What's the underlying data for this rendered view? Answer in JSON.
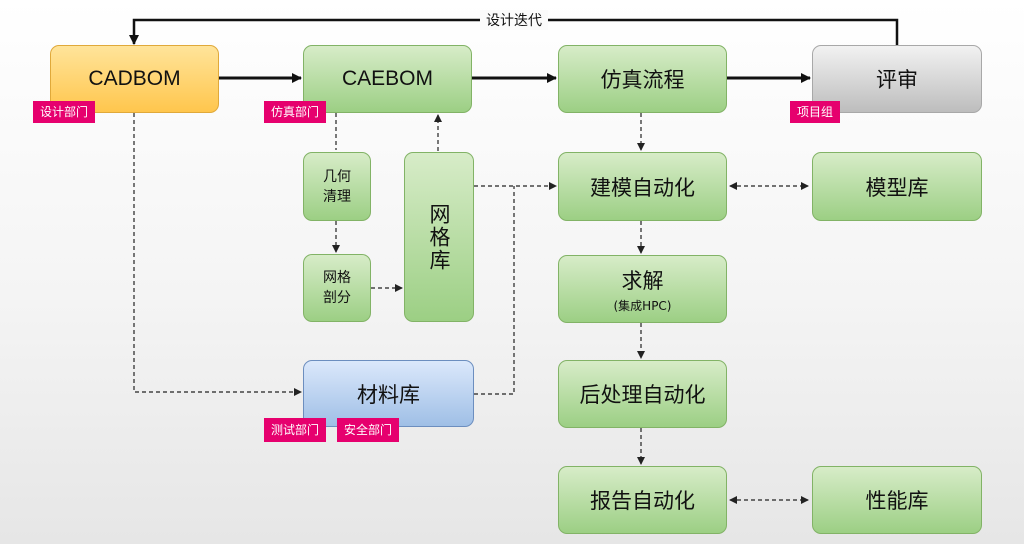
{
  "iteration_label": "设计迭代",
  "nodes": {
    "cadbom": "CADBOM",
    "caebom": "CAEBOM",
    "sim_flow": "仿真流程",
    "review": "评审",
    "geometry_cleanup": "几何\n清理",
    "mesh_partition": "网格\n剖分",
    "mesh_library": "网格库",
    "modeling_automation": "建模自动化",
    "model_library": "模型库",
    "solve": "求解",
    "solve_sub": "(集成HPC)",
    "postprocess_automation": "后处理自动化",
    "material_library": "材料库",
    "report_automation": "报告自动化",
    "performance_library": "性能库"
  },
  "tags": {
    "design_dept": "设计部门",
    "sim_dept": "仿真部门",
    "project_team": "项目组",
    "test_dept": "测试部门",
    "safety_dept": "安全部门"
  },
  "colors": {
    "green_fill": "#9ccf84",
    "green_border": "#82b366",
    "orange_fill": "#ffc64d",
    "gray_fill": "#bdbdbd",
    "blue_fill": "#9fbfe6",
    "tag_fill": "#e6006e"
  }
}
